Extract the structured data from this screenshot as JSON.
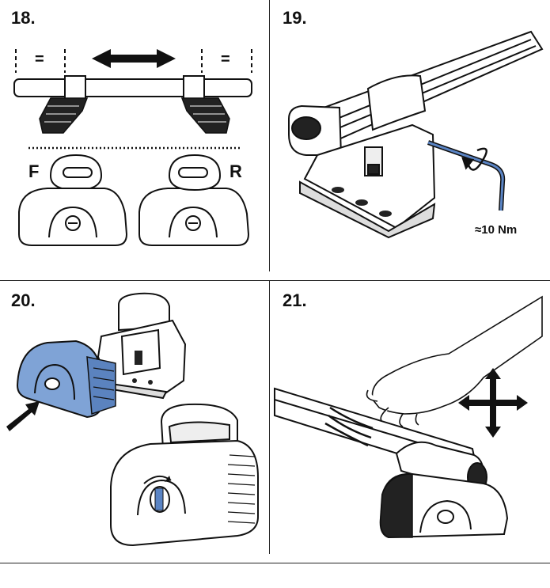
{
  "steps": [
    {
      "number": "18.",
      "labels": {
        "equal_left": "=",
        "equal_right": "=",
        "front": "F",
        "rear": "R"
      }
    },
    {
      "number": "19.",
      "labels": {
        "torque": "≈10 Nm"
      }
    },
    {
      "number": "20."
    },
    {
      "number": "21."
    }
  ],
  "colors": {
    "highlight": "#7fa3d6",
    "ink": "#111111"
  }
}
